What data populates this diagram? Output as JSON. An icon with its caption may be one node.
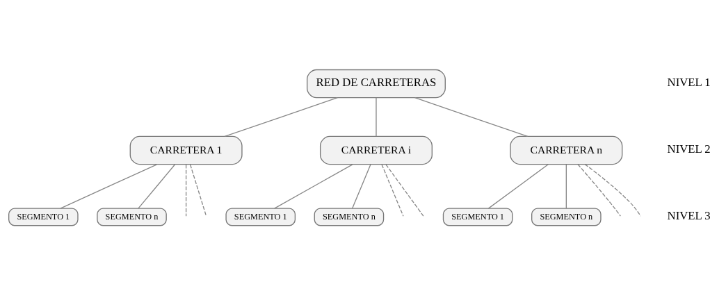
{
  "diagram": {
    "nodes": [
      {
        "text": [
          "RED DE CARRETERAS"
        ]
      },
      {
        "text": [
          "CARRETERA 1"
        ]
      },
      {
        "text": [
          "CARRETERA i"
        ]
      },
      {
        "text": [
          "CARRETERA n"
        ]
      },
      {
        "text": [
          "SEGMENTO 1"
        ]
      },
      {
        "text": [
          "SEGMENTO n"
        ]
      },
      {
        "text": [
          "SEGMENTO 1"
        ]
      },
      {
        "text": [
          "SEGMENTO n"
        ]
      },
      {
        "text": [
          "SEGMENTO 1"
        ]
      },
      {
        "text": [
          "SEGMENTO n"
        ]
      }
    ],
    "edges": [
      {
        "from": 0,
        "to": 1,
        "arrow": "none"
      },
      {
        "from": 0,
        "to": 2,
        "arrow": "none"
      },
      {
        "from": 0,
        "to": 3,
        "arrow": "none"
      },
      {
        "from": 1,
        "to": 4,
        "arrow": "none"
      },
      {
        "from": 1,
        "to": null,
        "arrow": "none",
        "style": "dashed"
      },
      {
        "from": 1,
        "to": null,
        "arrow": "none",
        "style": "dashed"
      },
      {
        "from": 1,
        "to": 5,
        "arrow": "none"
      },
      {
        "from": 2,
        "to": 6,
        "arrow": "none"
      },
      {
        "from": 2,
        "to": null,
        "arrow": "none",
        "style": "dashed"
      },
      {
        "from": 2,
        "to": null,
        "arrow": "none",
        "style": "dashed"
      },
      {
        "from": 2,
        "to": 7,
        "arrow": "none"
      },
      {
        "from": 3,
        "to": 8,
        "arrow": "none"
      },
      {
        "from": 3,
        "to": null,
        "arrow": "none",
        "style": "dashed"
      },
      {
        "from": 3,
        "to": null,
        "arrow": "none",
        "style": "dashed"
      },
      {
        "from": 3,
        "to": 9,
        "arrow": "none"
      }
    ],
    "labels": [
      "NIVEL 1",
      "NIVEL 2",
      "NIVEL 3"
    ]
  }
}
